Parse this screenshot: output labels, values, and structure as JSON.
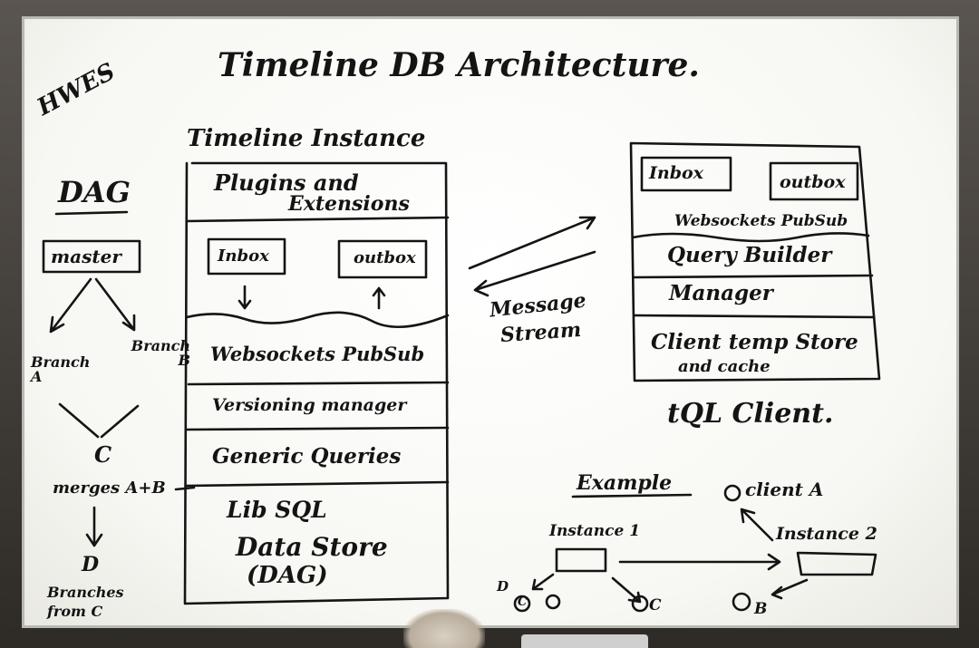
{
  "corner_mark": "HWES",
  "title": "Timeline DB Architecture.",
  "dag": {
    "heading": "DAG",
    "master": "master",
    "branch_a": "Branch A",
    "branch_b": "Branch B",
    "c": "C",
    "merge_note": "merges A+B",
    "d": "D",
    "branch_note": "Branches from C"
  },
  "timeline_instance": {
    "label": "Timeline Instance",
    "plugins_line1": "Plugins and",
    "plugins_line2": "Extensions",
    "inbox": "Inbox",
    "outbox": "outbox",
    "websockets": "Websockets PubSub",
    "versioning": "Versioning manager",
    "generic_queries": "Generic Queries",
    "lib_sql": "Lib SQL",
    "data_store_line1": "Data Store",
    "data_store_line2": "(DAG)"
  },
  "message_stream": {
    "line1": "Message",
    "line2": "Stream"
  },
  "tql_client": {
    "label": "tQL Client.",
    "inbox": "Inbox",
    "outbox": "outbox",
    "websockets": "Websockets PubSub",
    "query_builder": "Query Builder",
    "manager": "Manager",
    "store_line1": "Client temp Store",
    "store_line2": "and cache"
  },
  "example": {
    "heading": "Example",
    "client_a": "client A",
    "instance_1": "Instance 1",
    "instance_2": "Instance 2",
    "d_left": "D",
    "node_c_left": "C",
    "node_c_mid": "C",
    "node_b": "B"
  }
}
